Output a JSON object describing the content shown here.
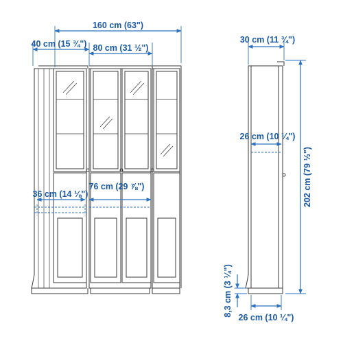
{
  "dimensions": {
    "total_width": "160 cm (63\")",
    "section_depth_front": "40 cm (15 ¾\")",
    "section_width": "80 cm (31 ½\")",
    "shelf_depth": "36 cm (14 ⅛\")",
    "shelf_width": "76 cm (29 ⅞\")",
    "side_depth": "30 cm (11 ¾\")",
    "inner_depth": "26 cm (10 ¼\")",
    "height": "202 cm (79 ½\")",
    "plinth_height": "8,3 cm (3 ¼\")",
    "base_depth": "26 cm (10 ¼\")"
  }
}
